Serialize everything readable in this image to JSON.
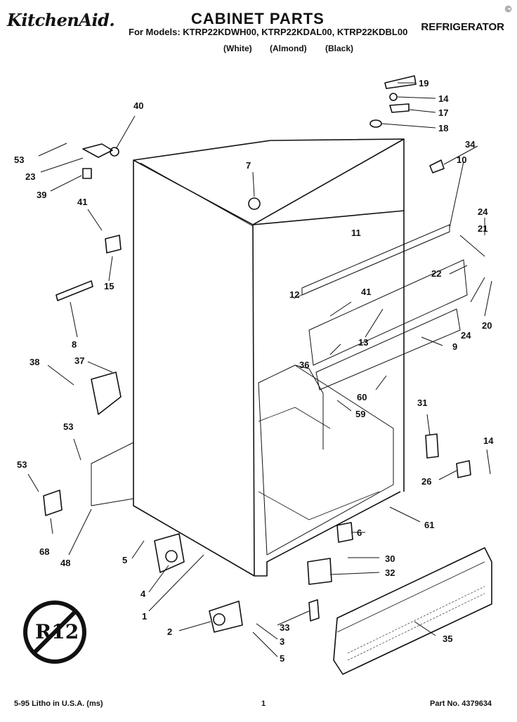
{
  "header": {
    "brand": "KitchenAid.",
    "title": "CABINET PARTS",
    "models": "For Models: KTRP22KDWH00, KTRP22KDAL00, KTRP22KDBL00",
    "category": "REFRIGERATOR",
    "colors": [
      "(White)",
      "(Almond)",
      "(Black)"
    ],
    "corner_mark": "©"
  },
  "footer": {
    "litho": "5-95 Litho in U.S.A. (ms)",
    "page": "1",
    "part_no": "Part No. 4379634"
  },
  "badge": {
    "text": "R12",
    "icon": "r12-refrigerant-icon"
  },
  "callouts": [
    "19",
    "14",
    "17",
    "18",
    "34",
    "10",
    "40",
    "53",
    "23",
    "39",
    "7",
    "41",
    "15",
    "11",
    "12",
    "24",
    "21",
    "22",
    "41",
    "13",
    "20",
    "24",
    "8",
    "9",
    "38",
    "37",
    "36",
    "60",
    "59",
    "31",
    "14",
    "53",
    "26",
    "53",
    "68",
    "48",
    "61",
    "6",
    "5",
    "30",
    "32",
    "4",
    "1",
    "2",
    "33",
    "3",
    "5",
    "35"
  ]
}
